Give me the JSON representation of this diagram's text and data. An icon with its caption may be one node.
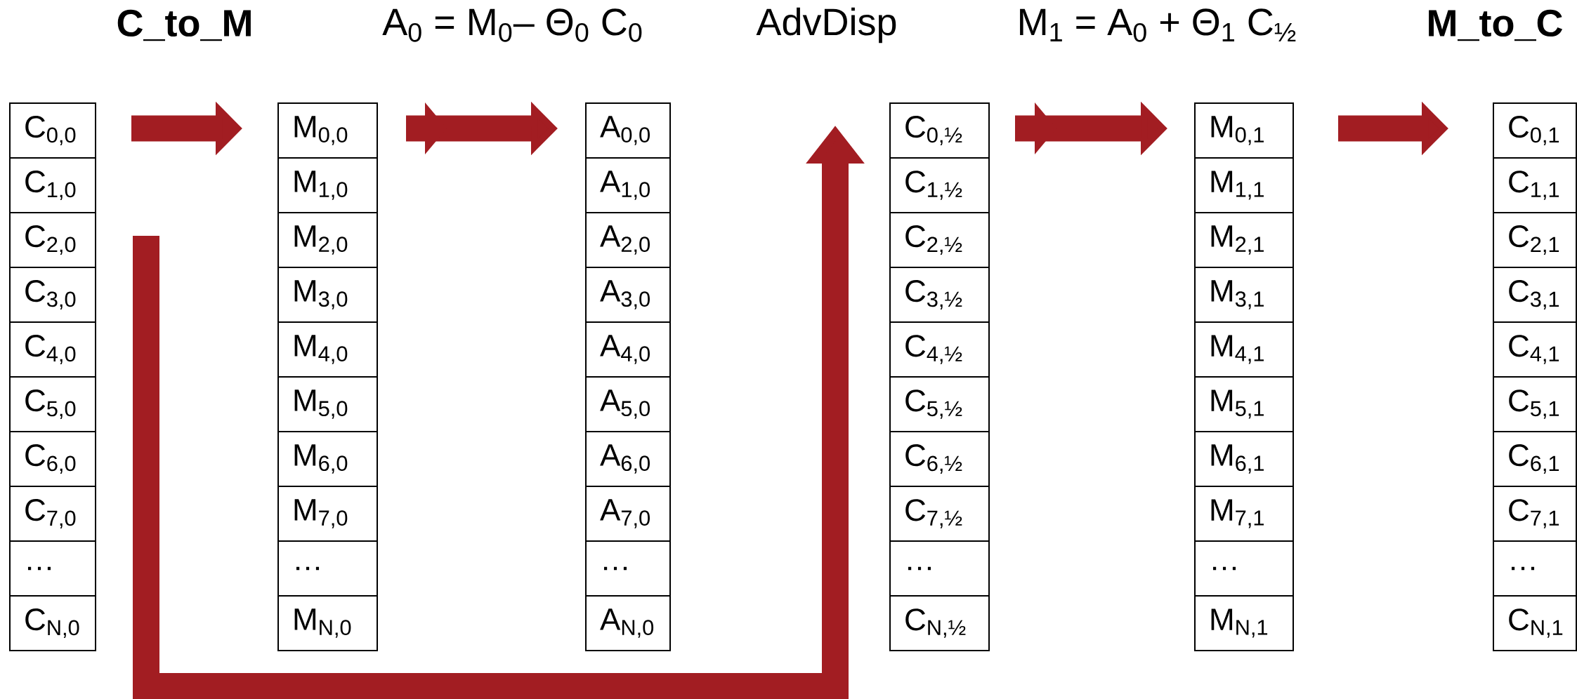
{
  "diagram": {
    "nodes": [
      {
        "text": [
          "C$_{0,0}$"
        ]
      },
      {
        "text": [
          "C$_{1,0}$"
        ]
      },
      {
        "text": [
          "C$_{2,0}$"
        ]
      },
      {
        "text": [
          "C$_{3,0}$"
        ]
      },
      {
        "text": [
          "C$_{4,0}$"
        ]
      },
      {
        "text": [
          "C$_{5,0}$"
        ]
      },
      {
        "text": [
          "C$_{6,0}$"
        ]
      },
      {
        "text": [
          "C$_{7,0}$"
        ]
      },
      {
        "text": [
          "…"
        ]
      },
      {
        "text": [
          "C$_{N,0}$"
        ]
      },
      {
        "text": [
          "M$_{0,0}$"
        ]
      },
      {
        "text": [
          "M$_{1,0}$"
        ]
      },
      {
        "text": [
          "M$_{2,0}$"
        ]
      },
      {
        "text": [
          "M$_{3,0}$"
        ]
      },
      {
        "text": [
          "M$_{4,0}$"
        ]
      },
      {
        "text": [
          "M$_{5,0}$"
        ]
      },
      {
        "text": [
          "M$_{6,0}$"
        ]
      },
      {
        "text": [
          "M$_{7,0}$"
        ]
      },
      {
        "text": [
          "…"
        ]
      },
      {
        "text": [
          "M$_{N,0}$"
        ]
      },
      {
        "text": [
          "A$_{0,0}$"
        ]
      },
      {
        "text": [
          "A$_{1,0}$"
        ]
      },
      {
        "text": [
          "A$_{2,0}$"
        ]
      },
      {
        "text": [
          "A$_{3,0}$"
        ]
      },
      {
        "text": [
          "A$_{4,0}$"
        ]
      },
      {
        "text": [
          "A$_{5,0}$"
        ]
      },
      {
        "text": [
          "A$_{6,0}$"
        ]
      },
      {
        "text": [
          "A$_{7,0}$"
        ]
      },
      {
        "text": [
          "…"
        ]
      },
      {
        "text": [
          "A$_{N,0}$"
        ]
      },
      {
        "text": [
          "C$_{0,½}$"
        ]
      },
      {
        "text": [
          "C$_{1,½}$"
        ]
      },
      {
        "text": [
          "C$_{2,½}$"
        ]
      },
      {
        "text": [
          "C$_{3,½}$"
        ]
      },
      {
        "text": [
          "C$_{4,½}$"
        ]
      },
      {
        "text": [
          "C$_{5,½}$"
        ]
      },
      {
        "text": [
          "C$_{6,½}$"
        ]
      },
      {
        "text": [
          "C$_{7,½}$"
        ]
      },
      {
        "text": [
          "…"
        ]
      },
      {
        "text": [
          "C$_{N,½}$"
        ]
      },
      {
        "text": [
          "M$_{0,1}$"
        ]
      },
      {
        "text": [
          "M$_{1,1}$"
        ]
      },
      {
        "text": [
          "M$_{2,1}$"
        ]
      },
      {
        "text": [
          "M$_{3,1}$"
        ]
      },
      {
        "text": [
          "M$_{4,1}$"
        ]
      },
      {
        "text": [
          "M$_{5,1}$"
        ]
      },
      {
        "text": [
          "M$_{6,1}$"
        ]
      },
      {
        "text": [
          "M$_{7,1}$"
        ]
      },
      {
        "text": [
          "…"
        ]
      },
      {
        "text": [
          "M$_{N,1}$"
        ]
      },
      {
        "text": [
          "C$_{0,1}$"
        ]
      },
      {
        "text": [
          "C$_{1,1}$"
        ]
      },
      {
        "text": [
          "C$_{2,1}$"
        ]
      },
      {
        "text": [
          "C$_{3,1}$"
        ]
      },
      {
        "text": [
          "C$_{4,1}$"
        ]
      },
      {
        "text": [
          "C$_{5,1}$"
        ]
      },
      {
        "text": [
          "C$_{6,1}$"
        ]
      },
      {
        "text": [
          "C$_{7,1}$"
        ]
      },
      {
        "text": [
          "…"
        ]
      },
      {
        "text": [
          "C$_{N,1}$"
        ]
      }
    ],
    "edges": [
      {
        "from": 0,
        "to": 10,
        "arrow": "to"
      },
      {
        "from": 10,
        "to": 20,
        "arrow": "to"
      },
      {
        "from": 2,
        "to": 30,
        "arrow": "to"
      },
      {
        "from": 30,
        "to": 40,
        "arrow": "to"
      },
      {
        "from": 40,
        "to": 50,
        "arrow": "to"
      }
    ],
    "labels": [
      "C_to_M",
      "A$_{0}$ = M$_{0}$– Θ$_{0}$ C$_{0}$",
      "AdvDisp",
      "M$_{1}$ = A$_{0}$ + Θ$_{1}$ C$_{½}$",
      "M_to_C"
    ]
  }
}
